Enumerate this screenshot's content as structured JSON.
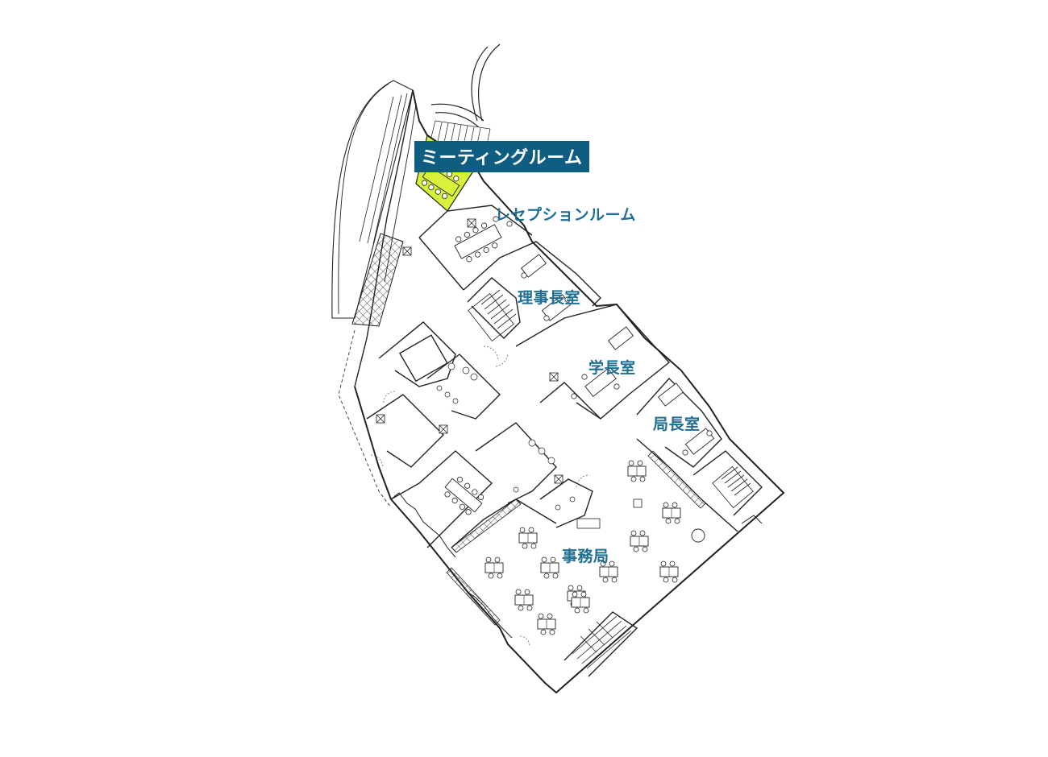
{
  "floor_plan": {
    "highlight_color": "#d7f238",
    "label_color": "#1f6e93",
    "active_label_bg": "#0f5e82",
    "rooms": {
      "meeting": {
        "label": "ミーティングルーム",
        "selected": true
      },
      "reception": {
        "label": "レセプションルーム"
      },
      "chairman": {
        "label": "理事長室"
      },
      "president": {
        "label": "学長室"
      },
      "director": {
        "label": "局長室"
      },
      "secretariat": {
        "label": "事務局"
      }
    }
  }
}
